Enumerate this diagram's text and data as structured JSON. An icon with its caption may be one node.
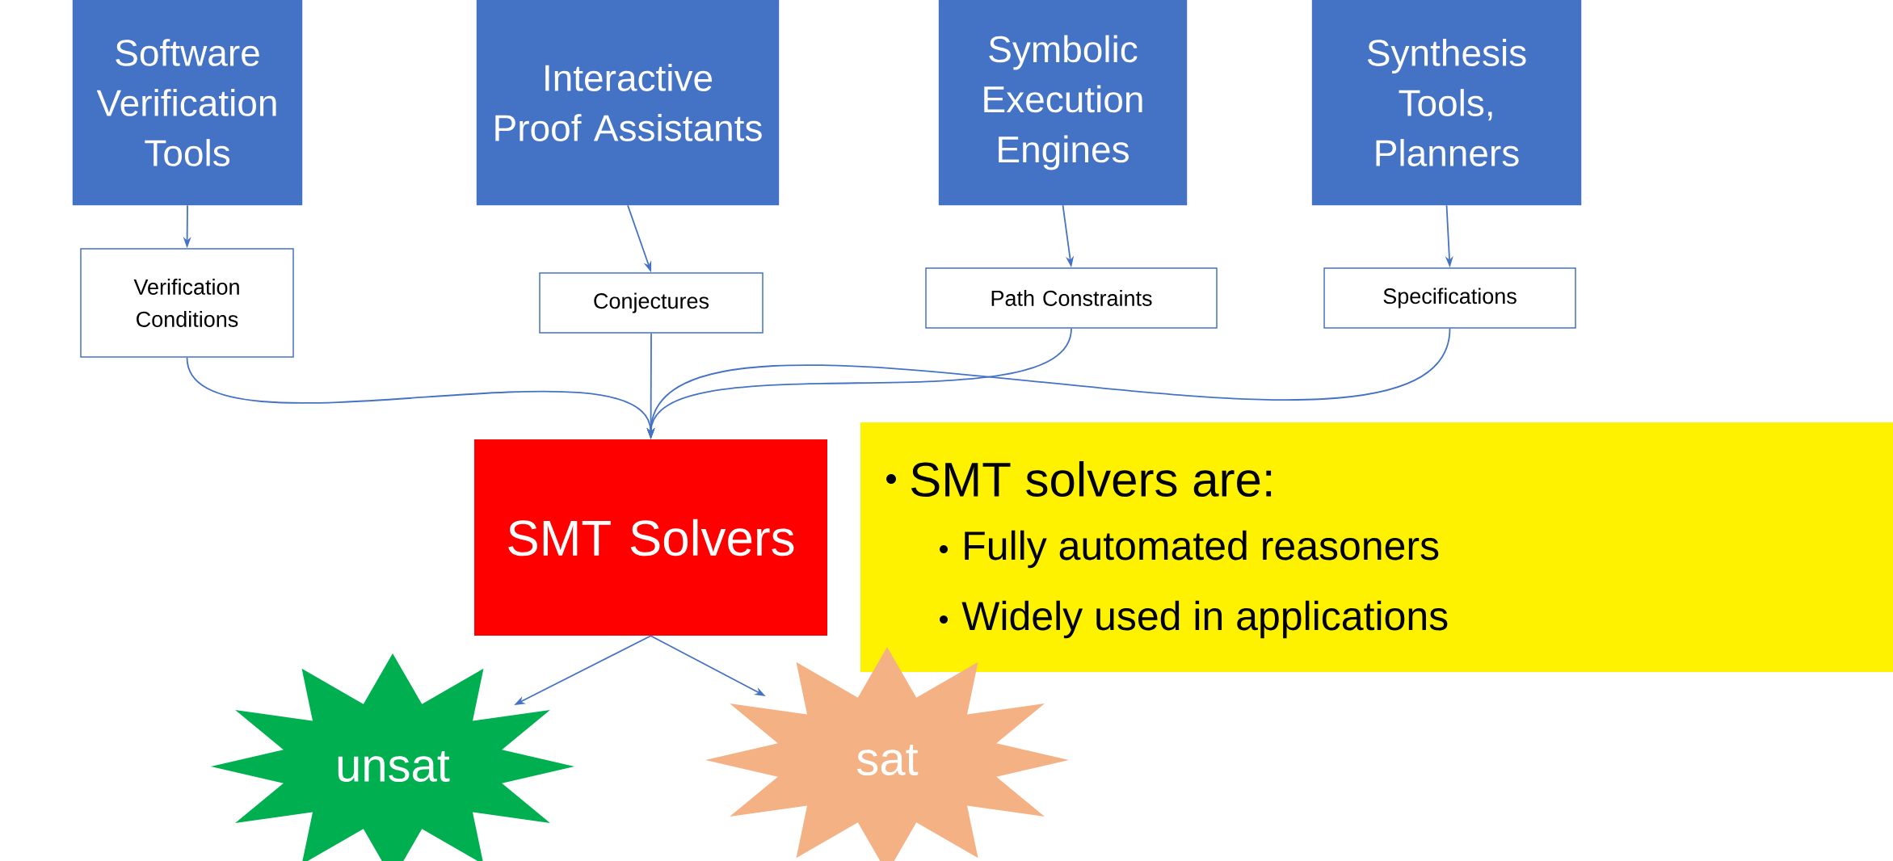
{
  "diagram": {
    "nodes": [
      {
        "text": [
          "Software Verification Tools"
        ]
      },
      {
        "text": [
          "Interactive Proof Assistants"
        ]
      },
      {
        "text": [
          "Symbolic Execution Engines"
        ]
      },
      {
        "text": [
          "Synthesis Tools, Planners"
        ]
      },
      {
        "text": [
          "Verification Conditions"
        ]
      },
      {
        "text": [
          "Conjectures"
        ]
      },
      {
        "text": [
          "Path Constraints"
        ]
      },
      {
        "text": [
          "Specifications"
        ]
      },
      {
        "text": [
          "SMT Solvers"
        ]
      },
      {
        "text": [
          "SMT solvers are:",
          "Fully automated reasoners",
          "Widely used in applications"
        ]
      },
      {
        "text": [
          "unsat"
        ]
      },
      {
        "text": [
          "sat"
        ]
      }
    ],
    "edges": [
      {
        "from": 0,
        "to": 4,
        "arrow": "to"
      },
      {
        "from": 1,
        "to": 5,
        "arrow": "to"
      },
      {
        "from": 2,
        "to": 6,
        "arrow": "to"
      },
      {
        "from": 3,
        "to": 7,
        "arrow": "to"
      },
      {
        "from": 4,
        "to": 8,
        "arrow": "to"
      },
      {
        "from": 5,
        "to": 8,
        "arrow": "to"
      },
      {
        "from": 6,
        "to": 8,
        "arrow": "to"
      },
      {
        "from": 7,
        "to": 8,
        "arrow": "to"
      },
      {
        "from": 8,
        "to": 10,
        "arrow": "to"
      },
      {
        "from": 8,
        "to": 11,
        "arrow": "to"
      }
    ]
  }
}
